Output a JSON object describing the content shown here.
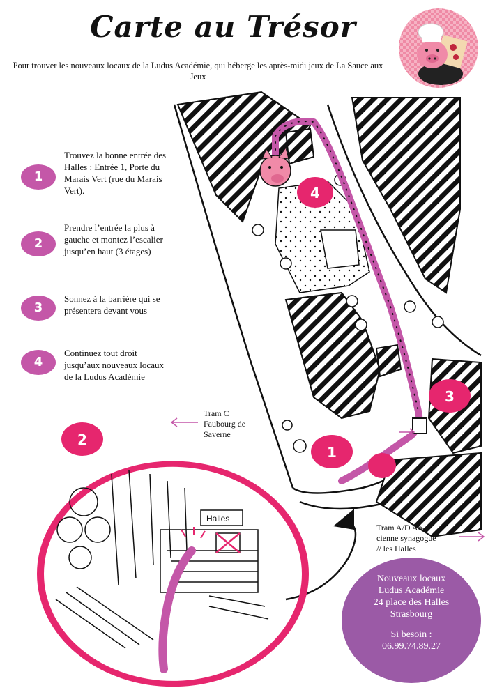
{
  "title": "Carte au Trésor",
  "intro": "Pour trouver les nouveaux locaux de la Ludus Académie, qui héberge les après-midi jeux de La Sauce aux Jeux",
  "steps": [
    {
      "num": "1",
      "text": "Trouvez la bonne entrée des Halles : Entrée 1, Porte du Marais Vert (rue du Marais Vert)."
    },
    {
      "num": "2",
      "text": "Prendre l’entrée la plus à gauche et montez l’escalier jusqu’en haut (3 étages)"
    },
    {
      "num": "3",
      "text": "Sonnez à la barrière qui se présentera devant vous"
    },
    {
      "num": "4",
      "text": "Continuez tout droit jusqu’aux nouveaux locaux de la Ludus Académie"
    }
  ],
  "tram_c": {
    "line1": "Tram C",
    "line2": "Faubourg de",
    "line3": "Saverne"
  },
  "tram_ad": {
    "line1": "Tram A/D An-",
    "line2": "cienne synagogue",
    "line3": "// les Halles"
  },
  "halles_sign": "Halles",
  "info": {
    "line1": "Nouveaux locaux",
    "line2": "Ludus Académie",
    "line3": "24 place des Halles",
    "line4": "Strasbourg",
    "line5": "Si besoin :",
    "line6": "06.99.74.89.27"
  },
  "map_markers": [
    "1",
    "2",
    "3",
    "4"
  ],
  "colors": {
    "magenta": "#e6266e",
    "purple": "#c457a8",
    "path": "#c457a8",
    "infobox": "#9b5aa6"
  }
}
